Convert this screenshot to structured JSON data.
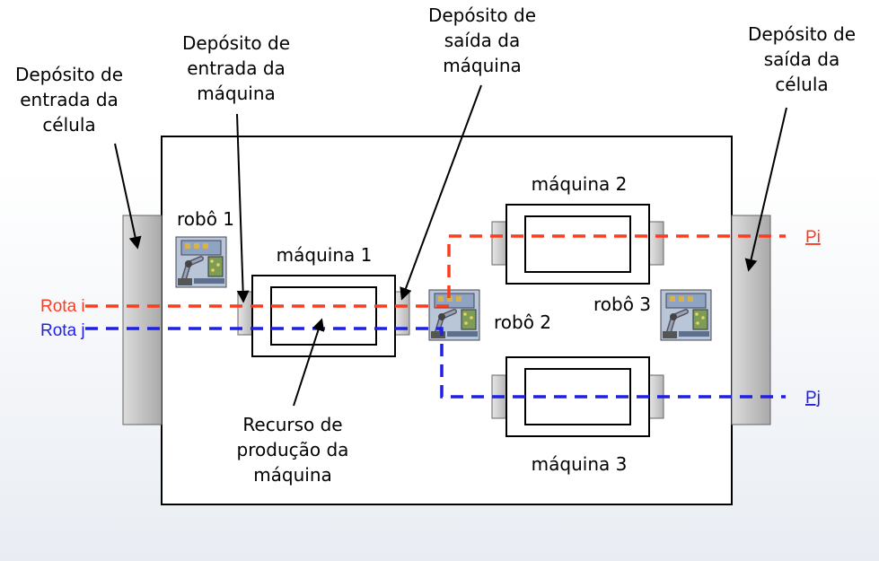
{
  "labels": {
    "cell_input_line1": "Depósito de",
    "cell_input_line2": "entrada da",
    "cell_input_line3": "célula",
    "machine_input_line1": "Depósito de",
    "machine_input_line2": "entrada da",
    "machine_input_line3": "máquina",
    "machine_output_line1": "Depósito de",
    "machine_output_line2": "saída da",
    "machine_output_line3": "máquina",
    "cell_output_line1": "Depósito de",
    "cell_output_line2": "saída da",
    "cell_output_line3": "célula",
    "machine1": "máquina 1",
    "machine2": "máquina 2",
    "machine3": "máquina 3",
    "robot1": "robô 1",
    "robot2": "robô 2",
    "robot3": "robô 3",
    "resource_line1": "Recurso de",
    "resource_line2": "produção da",
    "resource_line3": "máquina"
  },
  "routes": {
    "route_i": "Rota i",
    "route_j": "Rota j",
    "out_i": "Pi",
    "out_j": "Pj"
  },
  "colors": {
    "route_i": "#ff3b1f",
    "route_j": "#1f1fe6"
  }
}
